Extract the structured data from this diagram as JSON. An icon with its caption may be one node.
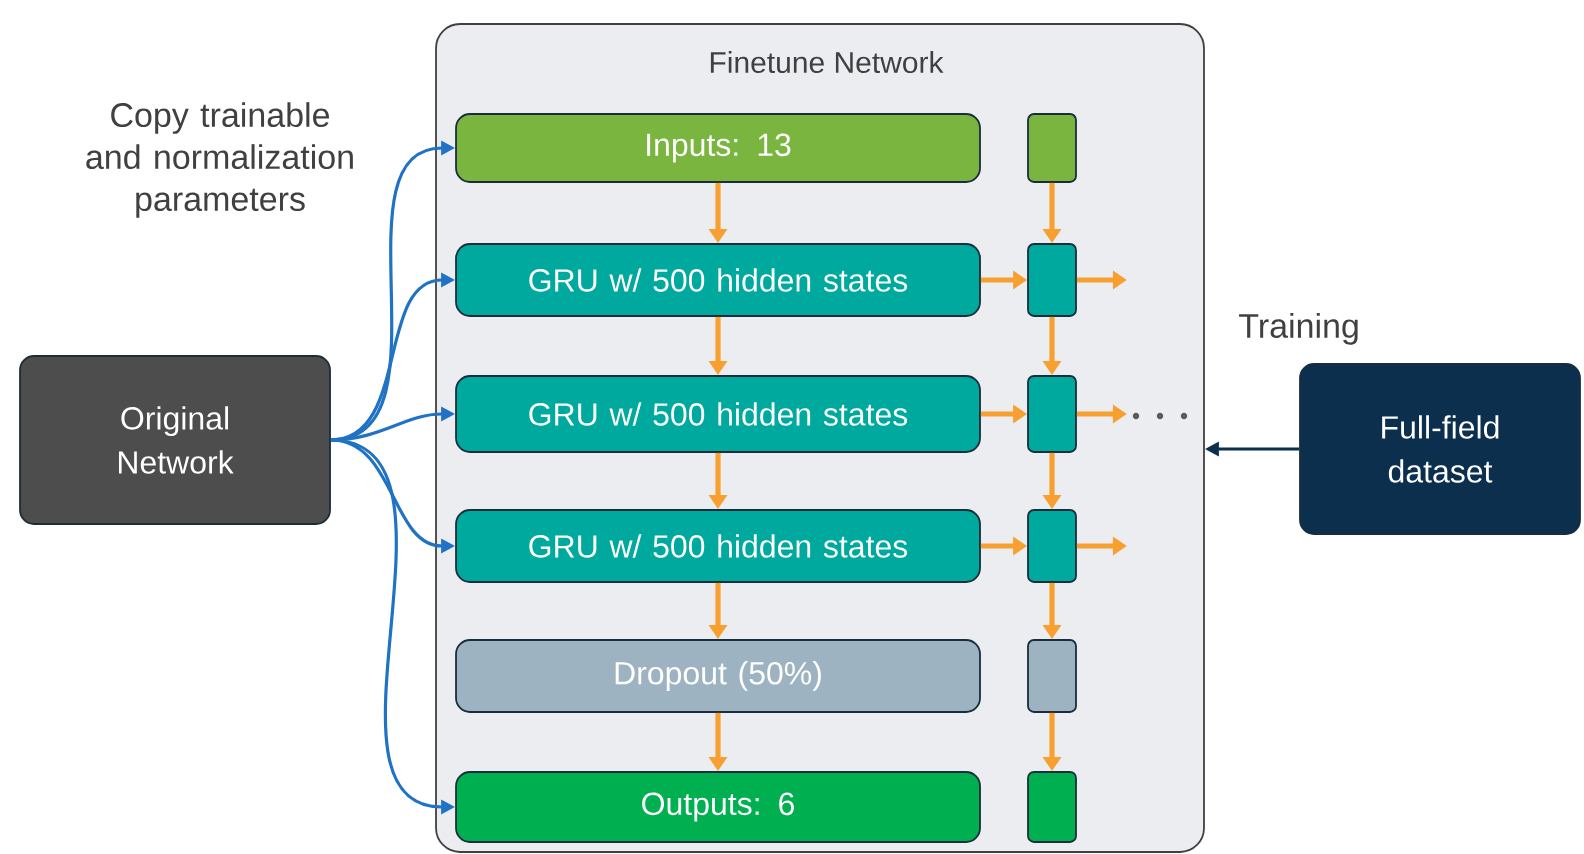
{
  "diagram": {
    "nodes": [
      {
        "text": [
          "Finetune Network"
        ]
      },
      {
        "text": [
          "Inputs: 13"
        ],
        "in": 0
      },
      {
        "text": [
          "GRU w/ 500 hidden states"
        ],
        "in": 0
      },
      {
        "text": [
          "GRU w/ 500 hidden states"
        ],
        "in": 0
      },
      {
        "text": [
          "GRU w/ 500 hidden states"
        ],
        "in": 0
      },
      {
        "text": [
          "Dropout (50%)"
        ],
        "in": 0
      },
      {
        "text": [
          "Outputs: 6"
        ],
        "in": 0
      },
      {
        "text": [],
        "shape": "box",
        "in": 0
      },
      {
        "text": [],
        "shape": "box",
        "in": 0
      },
      {
        "text": [],
        "shape": "box",
        "in": 0
      },
      {
        "text": [],
        "shape": "box",
        "in": 0
      },
      {
        "text": [],
        "shape": "box",
        "in": 0
      },
      {
        "text": [],
        "shape": "box",
        "in": 0
      },
      {
        "text": [
          "Original Network"
        ]
      },
      {
        "text": [
          "Full-field dataset"
        ]
      }
    ],
    "edges": [
      {
        "from": 13,
        "to": 1,
        "arrow": "to",
        "color": "#1f72c4"
      },
      {
        "from": 13,
        "to": 2,
        "arrow": "to",
        "color": "#1f72c4"
      },
      {
        "from": 13,
        "to": 3,
        "arrow": "to",
        "color": "#1f72c4"
      },
      {
        "from": 13,
        "to": 4,
        "arrow": "to",
        "color": "#1f72c4"
      },
      {
        "from": 13,
        "to": 6,
        "arrow": "to",
        "color": "#1f72c4"
      },
      {
        "from": 1,
        "to": 2,
        "arrow": "to"
      },
      {
        "from": 2,
        "to": 3,
        "arrow": "to"
      },
      {
        "from": 3,
        "to": 4,
        "arrow": "to"
      },
      {
        "from": 4,
        "to": 5,
        "arrow": "to"
      },
      {
        "from": 5,
        "to": 6,
        "arrow": "to"
      },
      {
        "from": 2,
        "to": 8,
        "arrow": "to"
      },
      {
        "from": 3,
        "to": 9,
        "arrow": "to"
      },
      {
        "from": 4,
        "to": 10,
        "arrow": "to"
      },
      {
        "from": 7,
        "to": 8,
        "arrow": "to"
      },
      {
        "from": 8,
        "to": 9,
        "arrow": "to"
      },
      {
        "from": 9,
        "to": 10,
        "arrow": "to"
      },
      {
        "from": 10,
        "to": 11,
        "arrow": "to"
      },
      {
        "from": 11,
        "to": 12,
        "arrow": "to"
      },
      {
        "from": 8,
        "to": null,
        "arrow": "to"
      },
      {
        "from": 9,
        "to": null,
        "arrow": "to"
      },
      {
        "from": 10,
        "to": null,
        "arrow": "to"
      },
      {
        "from": 14,
        "to": 0,
        "arrow": "to",
        "label": "Training",
        "color": "#0c2f4e"
      }
    ],
    "labels": [
      "Copy trainable and normalization parameters"
    ]
  }
}
